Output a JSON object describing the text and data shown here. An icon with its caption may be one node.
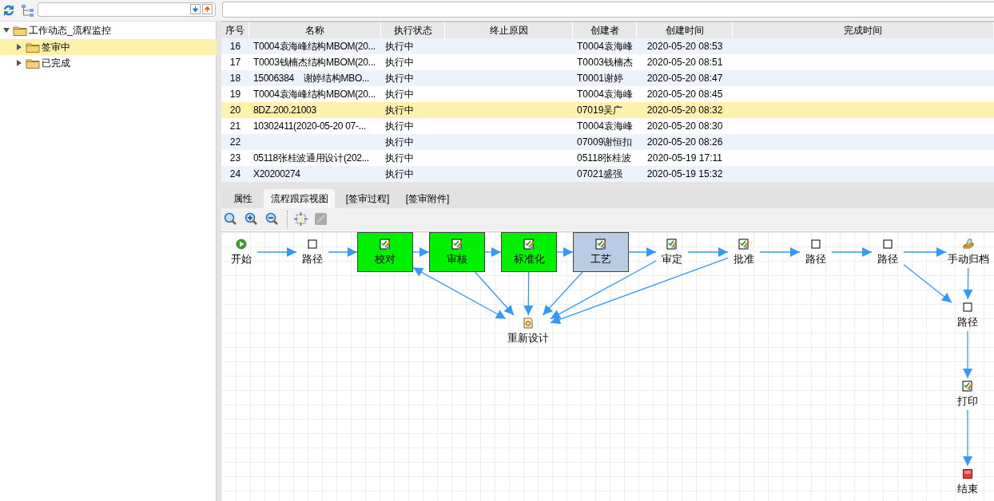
{
  "diagram": {
    "nodes": [
      {
        "text": [
          "开始"
        ]
      },
      {
        "text": [
          "路径"
        ]
      },
      {
        "text": [
          "校对"
        ]
      },
      {
        "text": [
          "审核"
        ]
      },
      {
        "text": [
          "标准化"
        ]
      },
      {
        "text": [
          "工艺"
        ]
      },
      {
        "text": [
          "审定"
        ]
      },
      {
        "text": [
          "批准"
        ]
      },
      {
        "text": [
          "路径"
        ]
      },
      {
        "text": [
          "路径"
        ]
      },
      {
        "text": [
          "手动归档"
        ]
      },
      {
        "text": [
          "重新设计"
        ]
      },
      {
        "text": [
          "路径"
        ]
      },
      {
        "text": [
          "打印"
        ]
      },
      {
        "text": [
          "结束"
        ]
      }
    ],
    "edges": [
      {
        "from": 0,
        "to": 1,
        "arrow": "to"
      },
      {
        "from": 1,
        "to": 2,
        "arrow": "to"
      },
      {
        "from": 2,
        "to": 3,
        "arrow": "to"
      },
      {
        "from": 3,
        "to": 4,
        "arrow": "to"
      },
      {
        "from": 4,
        "to": 5,
        "arrow": "to"
      },
      {
        "from": 5,
        "to": 6,
        "arrow": "to"
      },
      {
        "from": 6,
        "to": 7,
        "arrow": "to"
      },
      {
        "from": 7,
        "to": 8,
        "arrow": "to"
      },
      {
        "from": 8,
        "to": 9,
        "arrow": "to"
      },
      {
        "from": 9,
        "to": 10,
        "arrow": "to"
      },
      {
        "from": 9,
        "to": 12,
        "arrow": "to"
      },
      {
        "from": 10,
        "to": 12,
        "arrow": "to"
      },
      {
        "from": 12,
        "to": 13,
        "arrow": "to"
      },
      {
        "from": 13,
        "to": 14,
        "arrow": "to"
      },
      {
        "from": 2,
        "to": 11,
        "arrow": "both"
      },
      {
        "from": 3,
        "to": 11,
        "arrow": "to"
      },
      {
        "from": 4,
        "to": 11,
        "arrow": "to"
      },
      {
        "from": 5,
        "to": 11,
        "arrow": "to"
      },
      {
        "from": 6,
        "to": 11,
        "arrow": "to"
      },
      {
        "from": 7,
        "to": 11,
        "arrow": "to"
      }
    ],
    "labels": [
      "工作动态_流程监控",
      "签审中",
      "已完成",
      "序号",
      "名称",
      "执行状态",
      "终止原因",
      "创建者",
      "创建时间",
      "完成时间",
      "16",
      "T0004袁海峰结构MBOM(20...",
      "执行中",
      "T0004袁海峰",
      "2020-05-20 08:53",
      "17",
      "T0003钱楠杰结构MBOM(20...",
      "执行中",
      "T0003钱楠杰",
      "2020-05-20 08:51",
      "18",
      "15006384　谢婷结构MBO...",
      "执行中",
      "T0001谢婷",
      "2020-05-20 08:47",
      "19",
      "T0004袁海峰结构MBOM(20...",
      "执行中",
      "T0004袁海峰",
      "2020-05-20 08:45",
      "20",
      "8DZ.200.21003",
      "执行中",
      "07019吴广",
      "2020-05-20 08:32",
      "21",
      "10302411(2020-05-20 07-...",
      "执行中",
      "T0004袁海峰",
      "2020-05-20 08:30",
      "22",
      "执行中",
      "07009谢恒扣",
      "2020-05-20 08:26",
      "23",
      "05118张桂波通用设计(202...",
      "执行中",
      "05118张桂波",
      "2020-05-19 17:11",
      "24",
      "X20200274",
      "执行中",
      "07021盛强",
      "2020-05-19 15:32",
      "属性",
      "流程跟踪视图",
      "[签审过程]",
      "[签审附件]"
    ]
  }
}
